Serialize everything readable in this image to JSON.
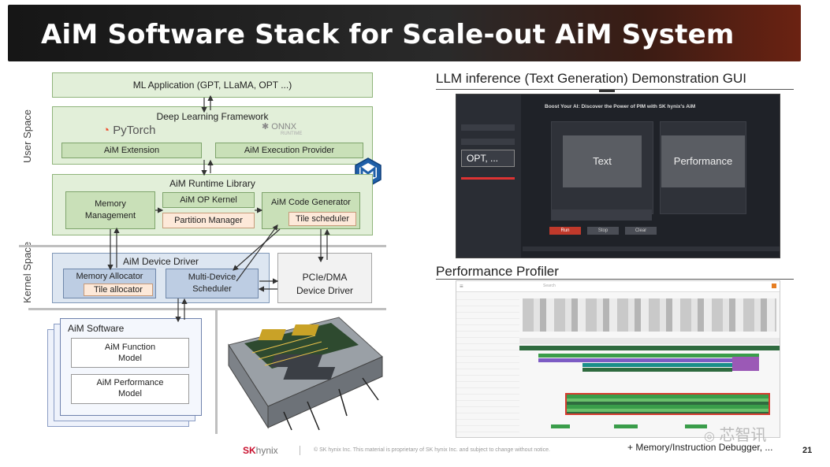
{
  "slide": {
    "title": "AiM Software Stack for Scale-out AiM System",
    "page_number": "21",
    "watermark": "芯智讯"
  },
  "stack": {
    "ml_application": "ML Application (GPT, LLaMA, OPT ...)",
    "framework": {
      "label": "Deep Learning Framework",
      "pytorch": "PyTorch",
      "onnx": "ONNX",
      "onnx_sub": "RUNTIME",
      "aim_extension": "AiM Extension",
      "aim_execution_provider": "AiM Execution Provider"
    },
    "runtime": {
      "label": "AiM Runtime Library",
      "memory_management": "Memory Management",
      "op_kernel": "AiM OP Kernel",
      "partition_manager": "Partition Manager",
      "code_generator": "AiM Code Generator",
      "tile_scheduler": "Tile scheduler"
    },
    "driver": {
      "label": "AiM Device Driver",
      "memory_allocator": "Memory Allocator",
      "tile_allocator": "Tile allocator",
      "multi_device_scheduler": "Multi-Device Scheduler",
      "pcie_driver": "PCIe/DMA Device Driver"
    },
    "software": {
      "label": "AiM Software",
      "function_model": "AiM Function Model",
      "performance_model": "AiM Performance Model"
    },
    "space_labels": {
      "user": "User Space",
      "kernel": "Kernel Space"
    }
  },
  "right": {
    "gui_title": "LLM inference (Text Generation) Demonstration GUI",
    "gui": {
      "heading": "Boost Your AI: Discover the Power of PIM with SK hynix's AiM",
      "model_label": "OPT, ...",
      "text_panel": "Text",
      "performance_panel": "Performance",
      "buttons": [
        "Run",
        "Stop",
        "Clear"
      ]
    },
    "profiler_title": "Performance Profiler",
    "profiler": {
      "search_placeholder": "Search"
    },
    "debugger_note": "+ Memory/Instruction Debugger, ..."
  },
  "footer": {
    "brand_sk": "SK",
    "brand_hynix": "hynix",
    "copyright": "© SK hynix Inc. This material is proprietary of SK hynix Inc. and subject to change without notice."
  },
  "colors": {
    "user_green": "#e2efd9",
    "kernel_blue": "#dde6f1",
    "partition_peach": "#fde9d9",
    "brand_red": "#c8102e",
    "gui_dark": "#1f2228"
  }
}
